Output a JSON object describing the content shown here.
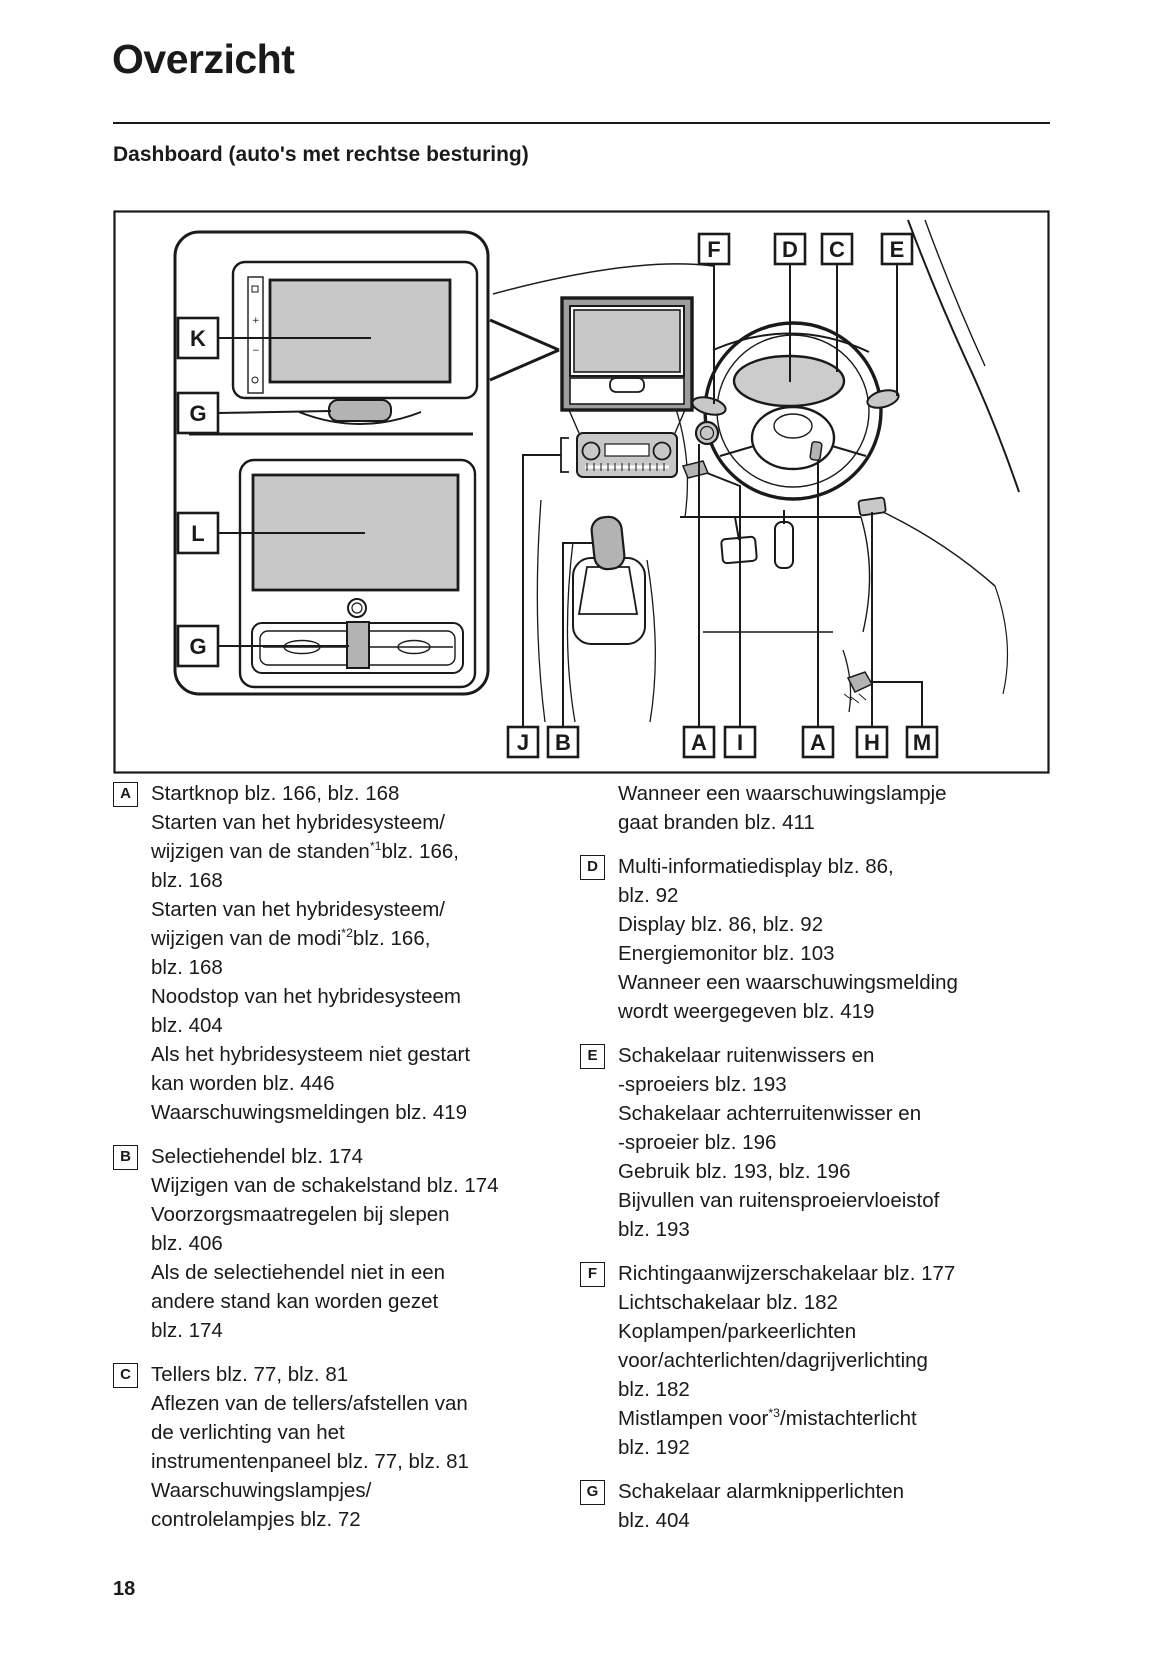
{
  "page": {
    "title": "Overzicht",
    "section_heading": "Dashboard (auto's met rechtse besturing)",
    "page_number": "18"
  },
  "diagram": {
    "top_labels": [
      "F",
      "D",
      "C",
      "E"
    ],
    "bottom_labels": [
      "J",
      "B",
      "A",
      "I",
      "A",
      "H",
      "M"
    ],
    "inset_labels": [
      "K",
      "G",
      "L",
      "G"
    ],
    "screen_button_marks": [
      "+",
      "−"
    ]
  },
  "legend": {
    "left_column": [
      {
        "letter": "A",
        "lines": [
          "Startknop blz. 166, blz. 168",
          "Starten van het hybridesysteem/",
          "wijzigen van de standen*1blz. 166,",
          "blz. 168",
          "Starten van het hybridesysteem/",
          "wijzigen van de modi*2blz. 166,",
          "blz. 168",
          "Noodstop van het hybridesysteem",
          "blz. 404",
          "Als het hybridesysteem niet gestart",
          "kan worden blz. 446",
          "Waarschuwingsmeldingen blz. 419"
        ]
      },
      {
        "letter": "B",
        "lines": [
          "Selectiehendel blz. 174",
          "Wijzigen van de schakelstand blz. 174",
          "Voorzorgsmaatregelen bij slepen",
          "blz. 406",
          "Als de selectiehendel niet in een",
          "andere stand kan worden gezet",
          "blz. 174"
        ]
      },
      {
        "letter": "C",
        "lines": [
          "Tellers blz. 77, blz. 81",
          "Aflezen van de tellers/afstellen van",
          "de verlichting van het",
          "instrumentenpaneel blz. 77, blz. 81",
          "Waarschuwingslampjes/",
          "controlelampjes blz. 72"
        ]
      }
    ],
    "right_column": [
      {
        "letter": "",
        "lines": [
          "Wanneer een waarschuwingslampje",
          "gaat branden blz. 411"
        ]
      },
      {
        "letter": "D",
        "lines": [
          "Multi-informatiedisplay blz. 86,",
          "blz. 92",
          "Display blz. 86, blz. 92",
          "Energiemonitor blz. 103",
          "Wanneer een waarschuwingsmelding",
          "wordt weergegeven blz. 419"
        ]
      },
      {
        "letter": "E",
        "lines": [
          "Schakelaar ruitenwissers en",
          "-sproeiers blz. 193",
          "Schakelaar achterruitenwisser en",
          "-sproeier blz. 196",
          "Gebruik blz. 193, blz. 196",
          "Bijvullen van ruitensproeiervloeistof",
          "blz. 193"
        ]
      },
      {
        "letter": "F",
        "lines": [
          "Richtingaanwijzerschakelaar blz. 177",
          "Lichtschakelaar blz. 182",
          "Koplampen/parkeerlichten",
          "voor/achterlichten/dagrijverlichting",
          "blz. 182",
          "Mistlampen voor*3/mistachterlicht",
          "blz. 192"
        ]
      },
      {
        "letter": "G",
        "lines": [
          "Schakelaar alarmknipperlichten",
          "blz. 404"
        ]
      }
    ]
  }
}
